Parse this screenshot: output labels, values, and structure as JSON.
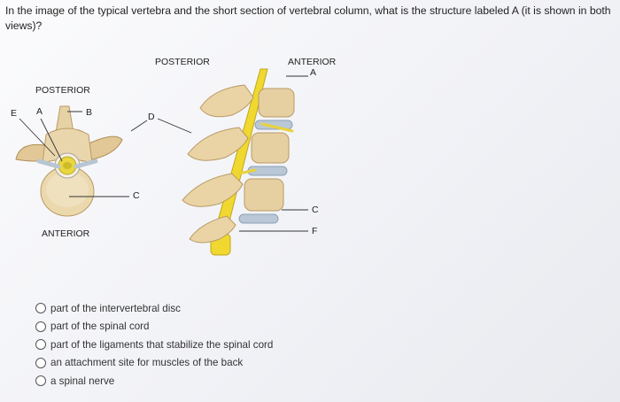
{
  "question": {
    "text": "In the image of the typical vertebra and the short section of vertebral column, what is the structure labeled A (it is shown in both views)?"
  },
  "figure": {
    "top_view": {
      "posterior": "POSTERIOR",
      "anterior": "ANTERIOR",
      "label_e": "E",
      "label_a": "A",
      "label_b": "B",
      "label_c": "C"
    },
    "side_view": {
      "posterior": "POSTERIOR",
      "anterior": "ANTERIOR",
      "label_a": "A",
      "label_c": "C",
      "label_d": "D",
      "label_f": "F"
    }
  },
  "options": [
    {
      "label": "part of the intervertebral disc"
    },
    {
      "label": "part of the spinal cord"
    },
    {
      "label": "part of the ligaments that stabilize the spinal cord"
    },
    {
      "label": "an attachment site for muscles of the back"
    },
    {
      "label": "a spinal nerve"
    }
  ]
}
